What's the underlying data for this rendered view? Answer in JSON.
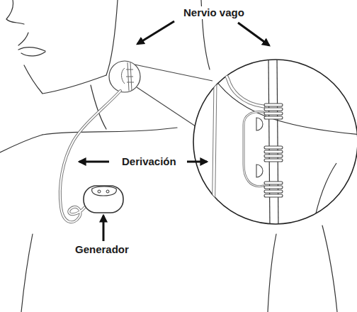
{
  "diagram": {
    "labels": [
      "Nervio vago",
      "Derivación",
      "Derivación",
      "Generador"
    ]
  }
}
